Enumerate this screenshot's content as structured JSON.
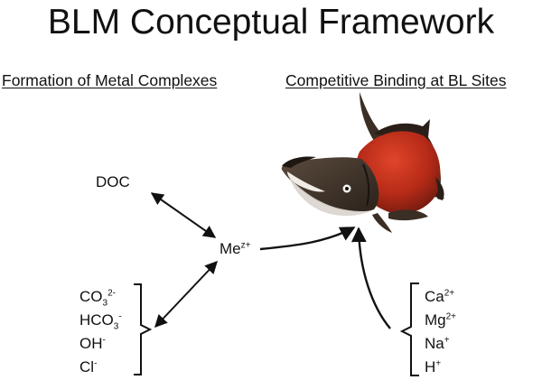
{
  "title": "BLM Conceptual Framework",
  "headings": {
    "left": "Formation of Metal Complexes",
    "right": "Competitive Binding at BL Sites"
  },
  "center": {
    "main": "Me",
    "sup": "z+"
  },
  "doc": "DOC",
  "ligands": [
    {
      "main": "CO",
      "sub": "3",
      "sup": "2-"
    },
    {
      "main": "HCO",
      "sub": "3",
      "sup": "-"
    },
    {
      "main": "OH",
      "sub": "",
      "sup": "-"
    },
    {
      "main": "Cl",
      "sub": "",
      "sup": "-"
    }
  ],
  "cations": [
    {
      "main": "Ca",
      "sup": "2+"
    },
    {
      "main": "Mg",
      "sup": "2+"
    },
    {
      "main": "Na",
      "sup": "+"
    },
    {
      "main": "H",
      "sup": "+"
    }
  ],
  "icons": {
    "fish": "salmon-fish-icon"
  },
  "colors": {
    "fish_body": "#c0311e",
    "fish_head": "#4a3d33",
    "arrow": "#111111"
  }
}
